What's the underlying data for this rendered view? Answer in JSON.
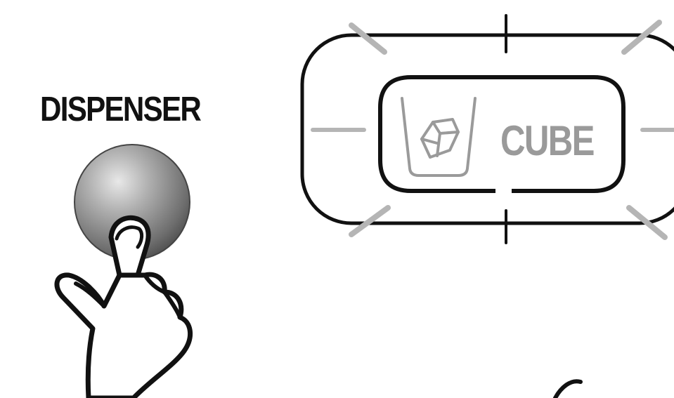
{
  "dispenser": {
    "label": "DISPENSER"
  },
  "display_panel": {
    "mode_label": "CUBE",
    "mode_icon": "ice-cube-glass-icon",
    "state": "blinking"
  },
  "colors": {
    "outline": "#111111",
    "indicator_gray": "#9a9a9a",
    "button_gray": "#8a8a8a"
  }
}
